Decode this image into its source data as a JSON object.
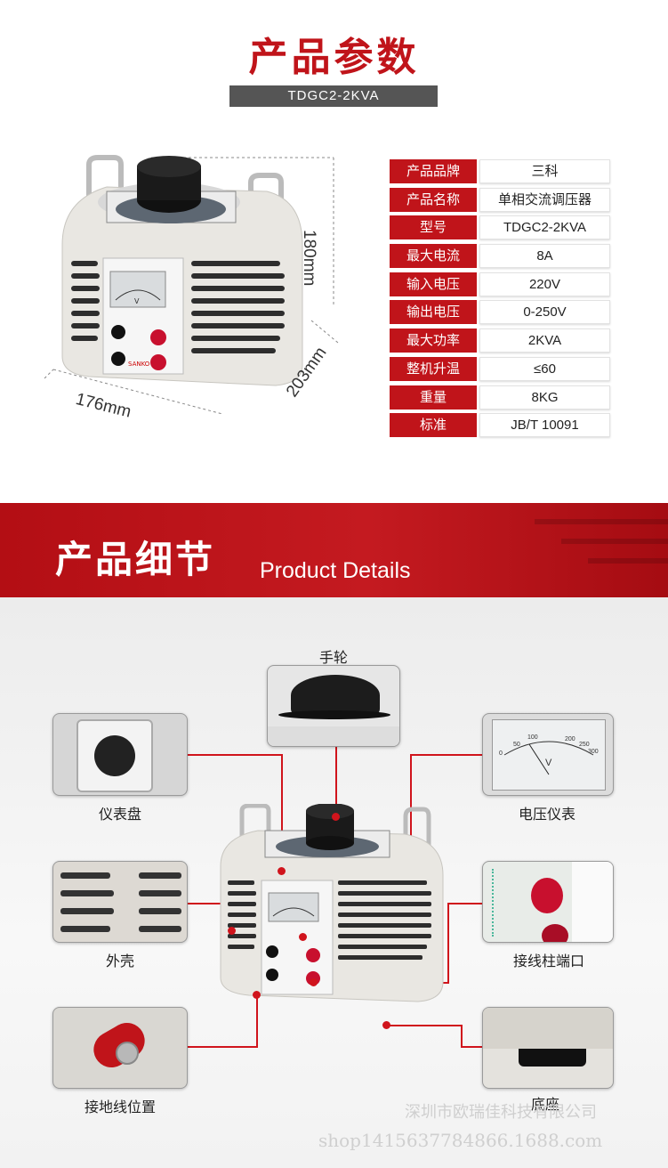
{
  "header": {
    "title": "产品参数",
    "model": "TDGC2-2KVA"
  },
  "specs": [
    {
      "key": "产品品牌",
      "value": "三科"
    },
    {
      "key": "产品名称",
      "value": "单相交流调压器"
    },
    {
      "key": "型号",
      "value": "TDGC2-2KVA"
    },
    {
      "key": "最大电流",
      "value": "8A"
    },
    {
      "key": "输入电压",
      "value": "220V"
    },
    {
      "key": "输出电压",
      "value": "0-250V"
    },
    {
      "key": "最大功率",
      "value": "2KVA"
    },
    {
      "key": "整机升温",
      "value": "≤60"
    },
    {
      "key": "重量",
      "value": "8KG"
    },
    {
      "key": "标准",
      "value": "JB/T 10091"
    }
  ],
  "dimensions": {
    "height": "180mm",
    "depth": "203mm",
    "width": "176mm"
  },
  "details": {
    "title_cn": "产品细节",
    "title_en": "Product Details",
    "handwheel": "手轮",
    "dial": "仪表盘",
    "voltmeter": "电压仪表",
    "shell": "外壳",
    "terminals": "接线柱端口",
    "ground": "接地线位置",
    "base": "底座"
  },
  "product_labels": {
    "brand": "SANKO",
    "meter_unit": "V",
    "meter_scale": [
      "100",
      "200",
      "250",
      "50",
      "0",
      "300"
    ]
  },
  "watermark": {
    "company": "深圳市欧瑞佳科技有限公司",
    "shop": "shop1415637784866.1688.com"
  },
  "colors": {
    "accent": "#c0141a",
    "banner": "#c41a20",
    "model_bar": "#555555"
  }
}
